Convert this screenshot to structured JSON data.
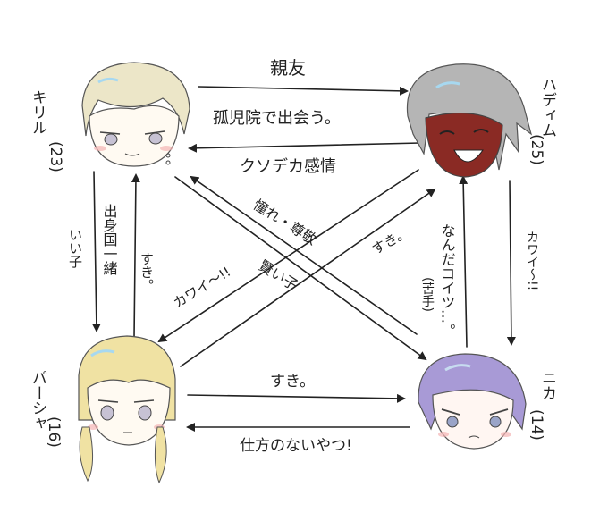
{
  "characters": {
    "kirill": {
      "name": "キリル",
      "age": "(23)",
      "hair": "#ece6c8",
      "skin": "#fffaf2"
    },
    "hadimu": {
      "name": "ハディム",
      "age": "(25)",
      "hair": "#b5b5b5",
      "skin": "#8a2a24"
    },
    "pasha": {
      "name": "パーシャ",
      "age": "(16)",
      "hair": "#f0e2a3",
      "skin": "#fffaf2"
    },
    "nika": {
      "name": "ニカ",
      "age": "(14)",
      "hair": "#a89ad6",
      "skin": "#fff6f2"
    }
  },
  "relations": {
    "kirill_hadimu_top": "親友",
    "kirill_hadimu_mid": "孤児院で出会う。",
    "hadimu_kirill": "クソデカ感情",
    "kirill_pasha": "出身国一緒",
    "kirill_pasha_side": "いい子",
    "pasha_kirill": "すき。",
    "hadimu_pasha": "カワイ〜!!",
    "nika_kirill_a": "憧れ・尊敬",
    "kirill_nika": "賢い子",
    "pasha_hadimu": "すき。",
    "nika_hadimu": "なんだコイツ…。",
    "nika_hadimu_sub": "(苦手)",
    "hadimu_nika": "カワイ〜!!",
    "pasha_nika": "すき。",
    "nika_pasha": "仕方のないやつ!"
  }
}
